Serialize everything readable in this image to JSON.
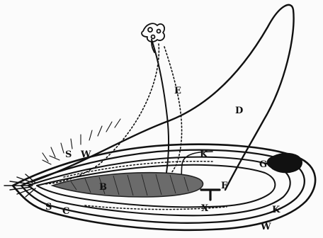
{
  "figure": {
    "colors": {
      "ink": "#111111",
      "paper": "#fbfbfb",
      "shade": "#6b6b6b"
    },
    "labels": {
      "E": "E",
      "D": "D",
      "B": "B",
      "F": "F",
      "X": "X",
      "K_upper": "K",
      "K_lower": "K",
      "W_upper": "W",
      "W_lower": "W",
      "S_upper": "S",
      "S_left": "S",
      "C": "C",
      "G": "G"
    }
  }
}
